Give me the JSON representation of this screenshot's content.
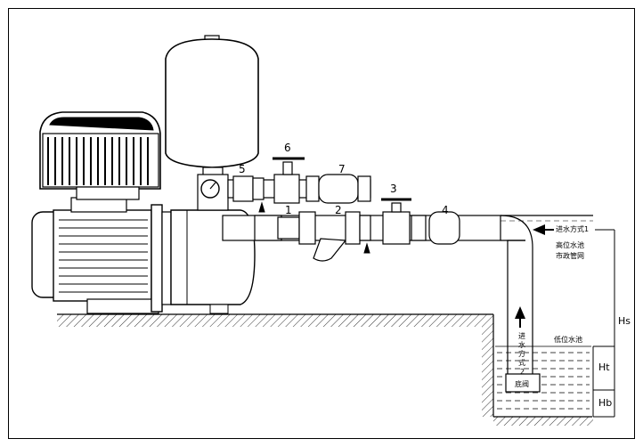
{
  "labels": {
    "item1": "1",
    "item2": "2",
    "item3": "3",
    "item4": "4",
    "item5": "5",
    "item6": "6",
    "item7": "7",
    "inlet_mode_1": "进水方式1",
    "inlet_mode_2": [
      "进",
      "水",
      "方",
      "式",
      "2"
    ],
    "high_pool": "高位水池",
    "municipal_network": "市政管网",
    "low_pool": "低位水池",
    "foot_valve": "底阀",
    "hs": "Hs",
    "ht": "Ht",
    "hb": "Hb"
  }
}
